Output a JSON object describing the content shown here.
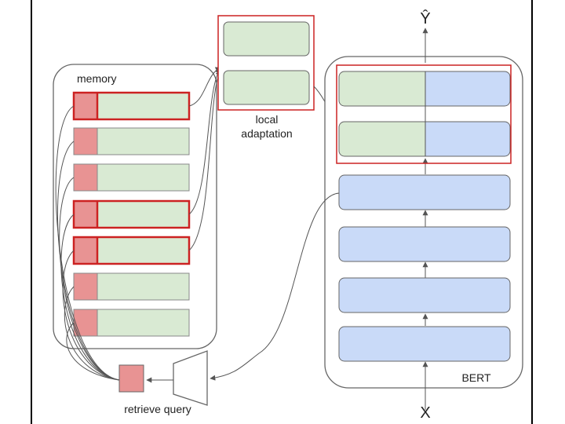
{
  "labels": {
    "memory": "memory",
    "local_adaptation_line1": "local",
    "local_adaptation_line2": "adaptation",
    "retrieve_query": "retrieve query",
    "bert": "BERT",
    "output": "Ŷ",
    "input": "X"
  },
  "memory": {
    "slot_count": 7,
    "selected_slots": [
      0,
      3,
      4
    ]
  },
  "local_adaptation": {
    "block_count": 2
  },
  "bert": {
    "layer_count": 6,
    "adapted_layers": 2
  },
  "colors": {
    "key_red": "#e89393",
    "value_green": "#d9ead3",
    "bert_blue": "#c9daf8",
    "highlight_red": "#cc2222",
    "border_gray": "#666666",
    "arrow_gray": "#555555"
  }
}
